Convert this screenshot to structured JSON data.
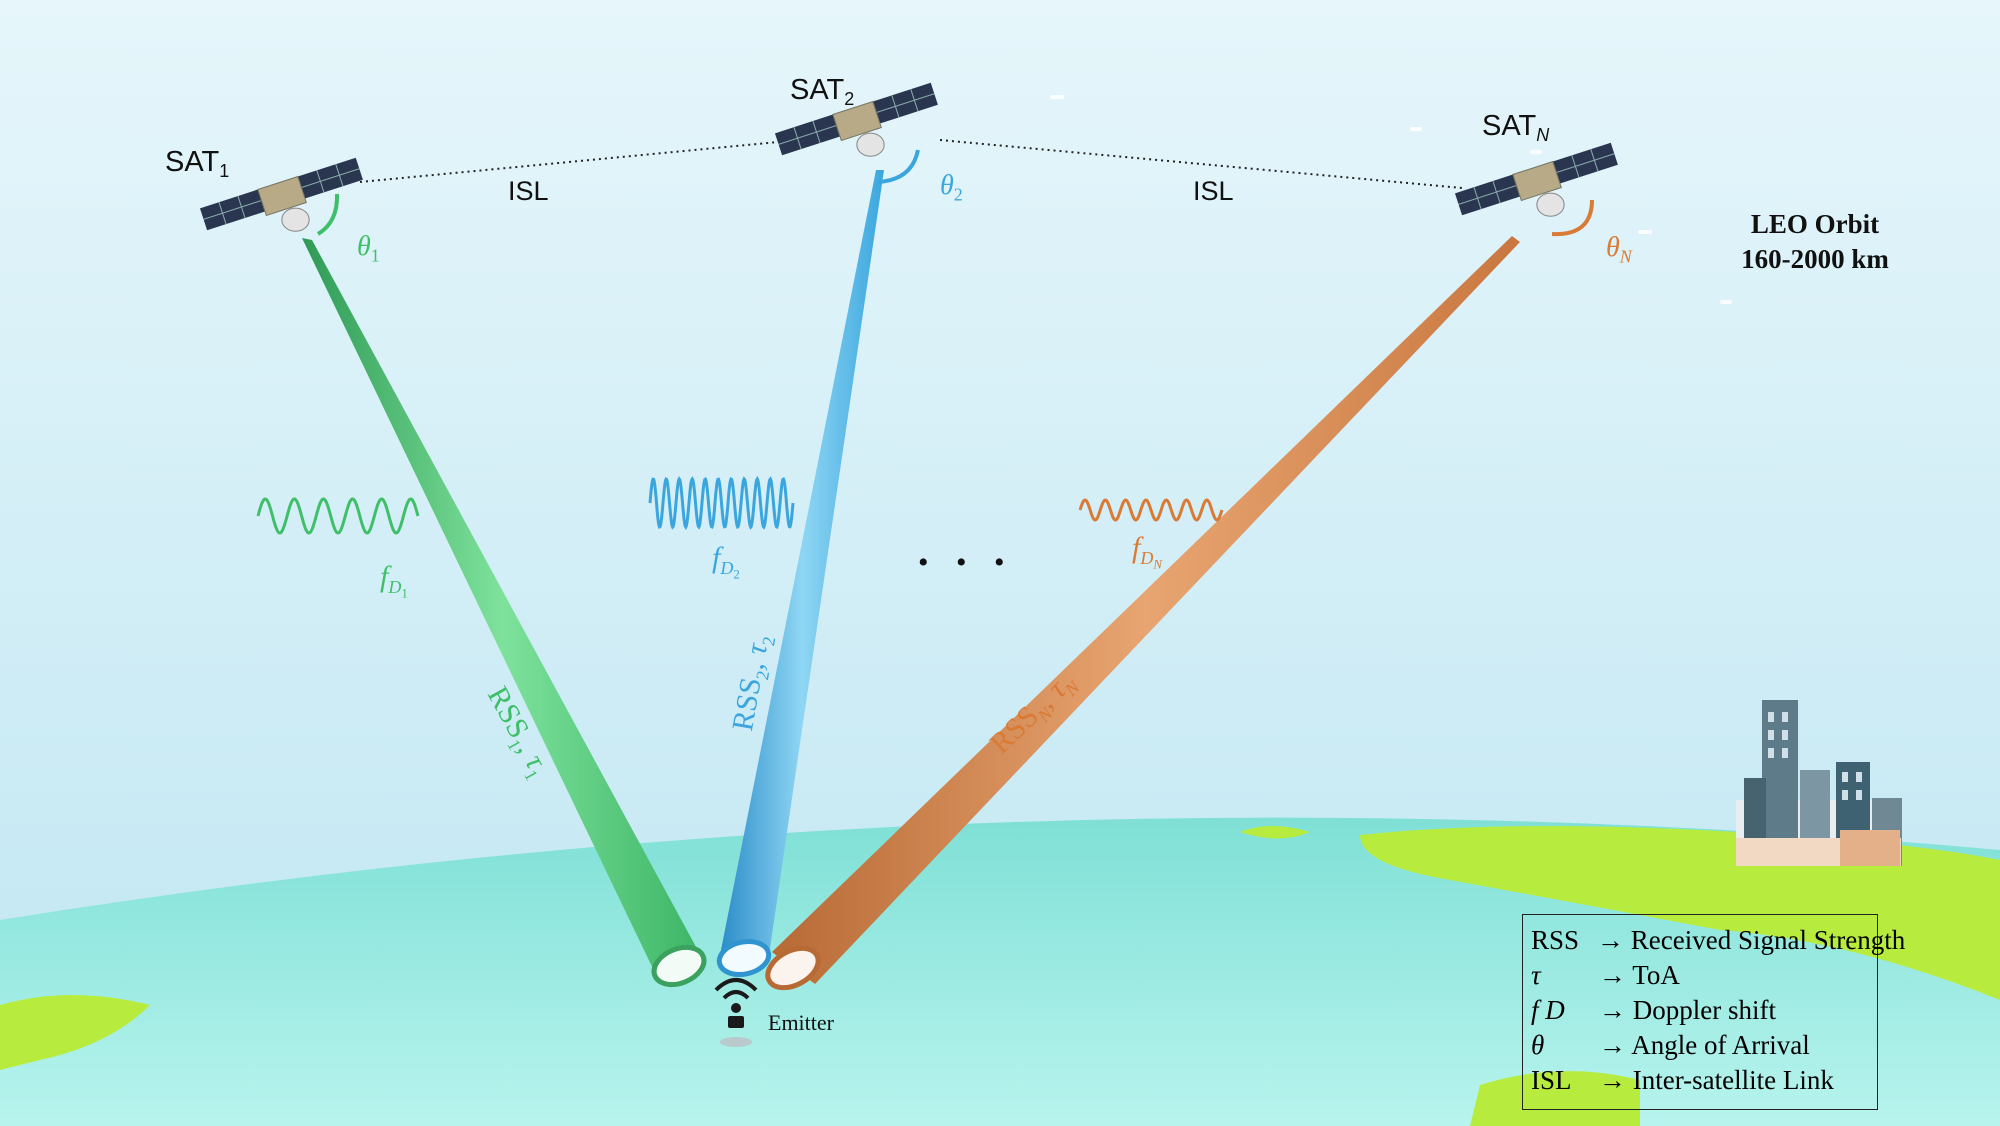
{
  "satellites": [
    {
      "label": "SAT",
      "sub": "1",
      "angle": "θ",
      "angle_sub": "1",
      "color": "#3fbf6a"
    },
    {
      "label": "SAT",
      "sub": "2",
      "angle": "θ",
      "angle_sub": "2",
      "color": "#3aa6dd"
    },
    {
      "label": "SAT",
      "sub": "N",
      "angle": "θ",
      "angle_sub": "N",
      "color": "#d97a35"
    }
  ],
  "isl_labels": [
    "ISL",
    "ISL"
  ],
  "orbit": {
    "line1": "LEO Orbit",
    "line2": "160-2000 km"
  },
  "doppler": [
    {
      "f": "f",
      "d": "D",
      "sub": "1"
    },
    {
      "f": "f",
      "d": "D",
      "sub": "2"
    },
    {
      "f": "f",
      "d": "D",
      "sub": "N"
    }
  ],
  "beams": [
    {
      "rss": "RSS",
      "sub": "1",
      "tau": "τ",
      "tau_sub": "1"
    },
    {
      "rss": "RSS",
      "sub": "2",
      "tau": "τ",
      "tau_sub": "2"
    },
    {
      "rss": "RSS",
      "sub": "N",
      "tau": "τ",
      "tau_sub": "N"
    }
  ],
  "ellipsis": "• • •",
  "emitter": {
    "label": "Emitter"
  },
  "legend": [
    {
      "symbol": "RSS",
      "description": "→ Received Signal Strength"
    },
    {
      "symbol": "τ",
      "description": "→ ToA"
    },
    {
      "symbol": "f D",
      "description": "→ Doppler shift"
    },
    {
      "symbol": "θ",
      "description": "→ Angle of  Arrival"
    },
    {
      "symbol": "ISL",
      "description": "→ Inter-satellite Link"
    }
  ]
}
